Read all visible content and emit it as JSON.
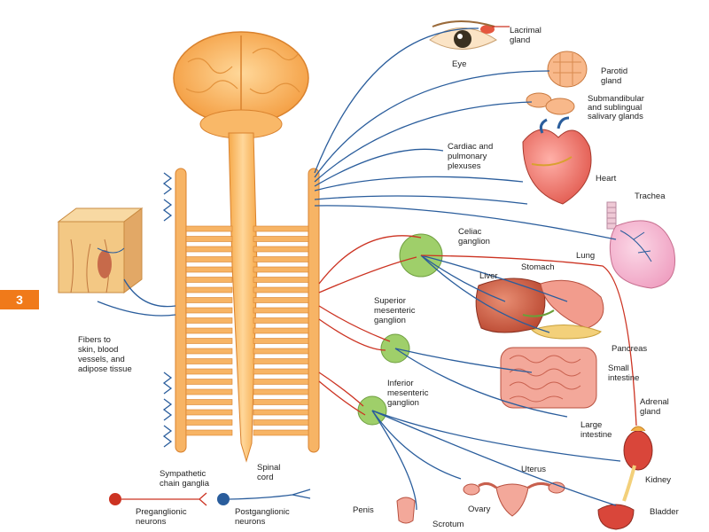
{
  "slide_badge": "3",
  "labels": {
    "lacrimal_gland": [
      "Lacrimal",
      "gland"
    ],
    "eye": "Eye",
    "parotid_gland": [
      "Parotid",
      "gland"
    ],
    "salivary_glands": [
      "Submandibular",
      "and sublingual",
      "salivary glands"
    ],
    "cardiac_plexuses": [
      "Cardiac and",
      "pulmonary",
      "plexuses"
    ],
    "heart": "Heart",
    "trachea": "Trachea",
    "lung": "Lung",
    "celiac_ganglion": [
      "Celiac",
      "ganglion"
    ],
    "liver": "Liver",
    "stomach": "Stomach",
    "superior_mesenteric": [
      "Superior",
      "mesenteric",
      "ganglion"
    ],
    "pancreas": "Pancreas",
    "small_intestine": [
      "Small",
      "intestine"
    ],
    "inferior_mesenteric": [
      "Inferior",
      "mesenteric",
      "ganglion"
    ],
    "adrenal_gland": [
      "Adrenal",
      "gland"
    ],
    "large_intestine": [
      "Large",
      "intestine"
    ],
    "kidney": "Kidney",
    "fibers_skin": [
      "Fibers to",
      "skin, blood",
      "vessels, and",
      "adipose tissue"
    ],
    "sympathetic_chain": [
      "Sympathetic",
      "chain ganglia"
    ],
    "spinal_cord": [
      "Spinal",
      "cord"
    ],
    "uterus": "Uterus",
    "ovary": "Ovary",
    "penis": "Penis",
    "scrotum": "Scrotum",
    "bladder": "Bladder"
  },
  "legend": {
    "preganglionic": [
      "Preganglionic",
      "neurons"
    ],
    "postganglionic": [
      "Postganglionic",
      "neurons"
    ]
  },
  "colors": {
    "preganglionic": "#cc3322",
    "postganglionic": "#2a5d9c",
    "cord": "#f4b25e",
    "ganglion": "#9fcf6a",
    "badge": "#f07a1a"
  }
}
